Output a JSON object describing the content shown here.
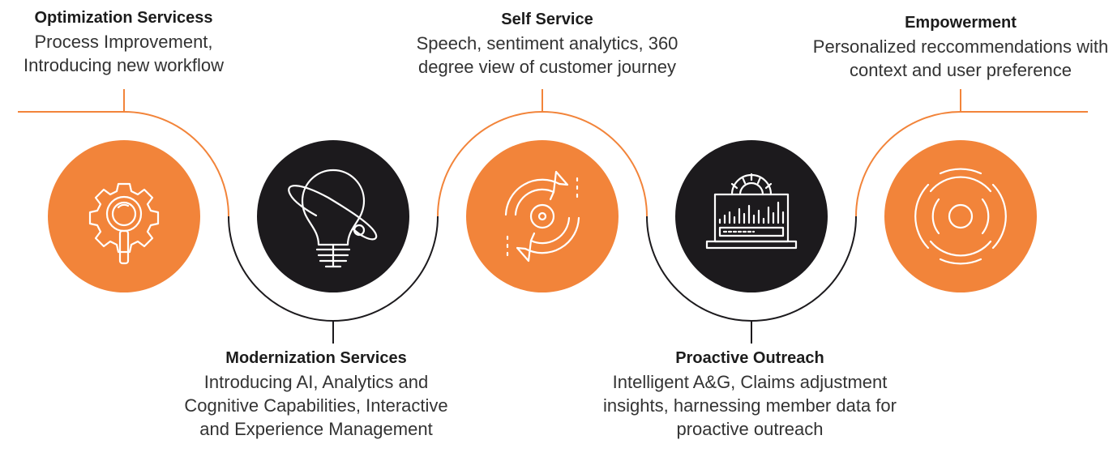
{
  "colors": {
    "orange": "#F2843A",
    "dark": "#1C1A1D",
    "icon_stroke": "#ffffff"
  },
  "stages": [
    {
      "title": "Optimization Servicess",
      "description": "Process Improvement, Introducing new workflow",
      "icon": "gear-magnifier-icon",
      "circle": "orange"
    },
    {
      "title": "Modernization Services",
      "description": "Introducing AI, Analytics and Cognitive Capabilities, Interactive and Experience Management",
      "icon": "lightbulb-orbit-icon",
      "circle": "dark"
    },
    {
      "title": "Self Service",
      "description": "Speech, sentiment analytics, 360 degree view of customer journey",
      "icon": "cycle-arrows-icon",
      "circle": "orange"
    },
    {
      "title": "Proactive Outreach",
      "description": "Intelligent A&G, Claims adjustment insights, harnessing member data for proactive outreach",
      "icon": "laptop-analytics-icon",
      "circle": "dark"
    },
    {
      "title": "Empowerment",
      "description": "Personalized reccommendations with context and user preference",
      "icon": "signal-waves-icon",
      "circle": "orange"
    }
  ]
}
